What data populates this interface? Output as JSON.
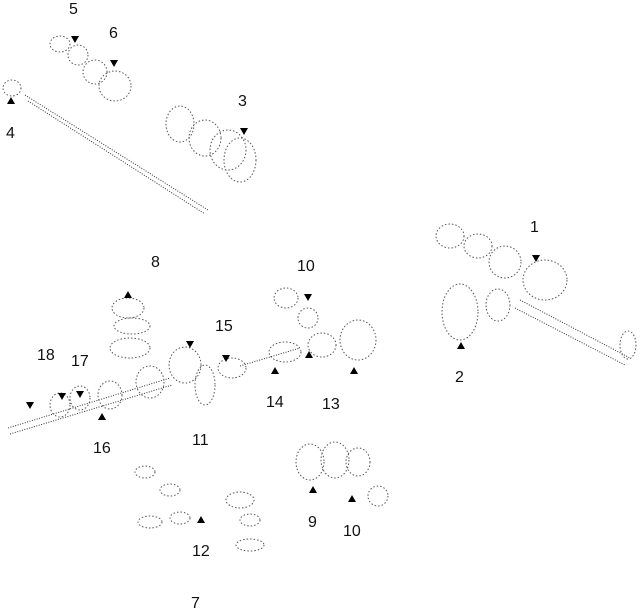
{
  "diagram": {
    "callouts": [
      "1",
      "2",
      "3",
      "4",
      "5",
      "6",
      "7",
      "8",
      "9",
      "10",
      "10",
      "11",
      "12",
      "13",
      "14",
      "15",
      "16",
      "17",
      "18"
    ]
  },
  "colors": {
    "line": "#555555",
    "arrow": "#000000",
    "text": "#111111",
    "background": "#ffffff"
  }
}
